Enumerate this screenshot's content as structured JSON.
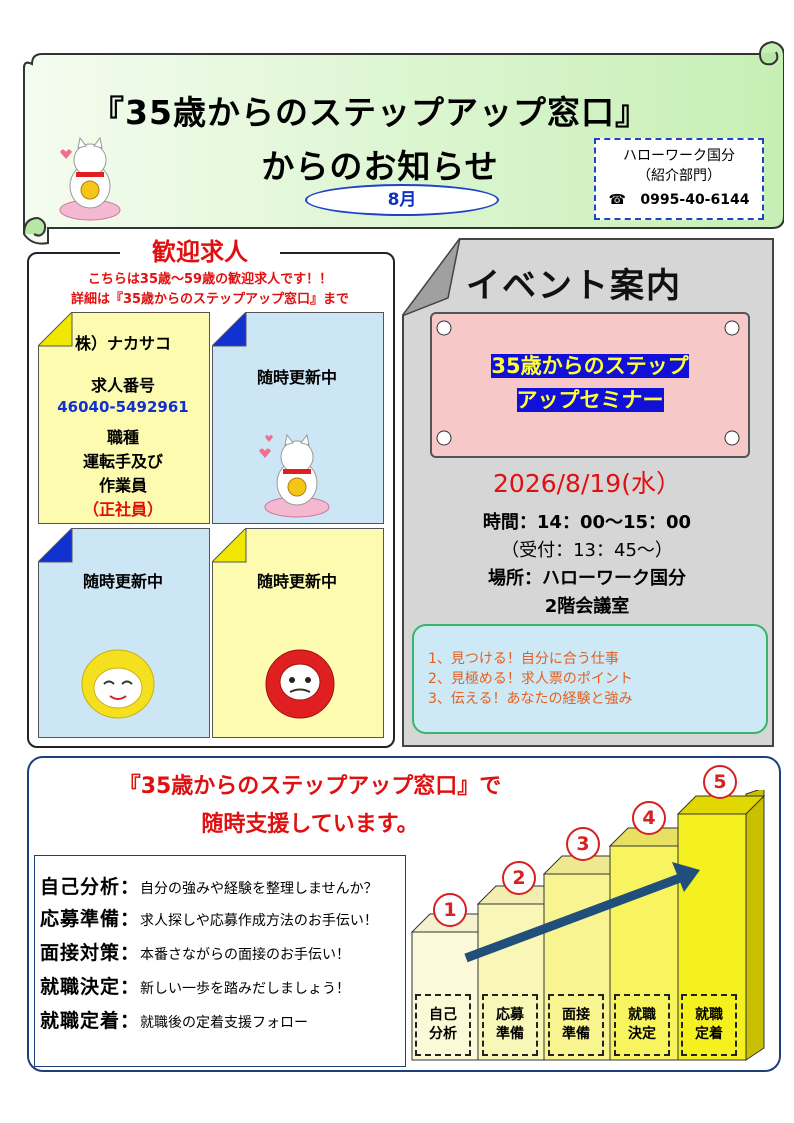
{
  "header": {
    "title_line1": "『35歳からのステップアップ窓口』",
    "title_line2": "からのお知らせ",
    "month": "8月",
    "office_name": "ハローワーク国分",
    "office_dept": "（紹介部門）",
    "phone_icon": "☎",
    "phone": "0995-40-6144"
  },
  "jobs": {
    "title": "歓迎求人",
    "subtitle1": "こちらは35歳～59歳の歓迎求人です！！",
    "subtitle2": "詳細は『35歳からのステップアップ窓口』まで",
    "card1": {
      "company": "株）ナカサコ",
      "number_label": "求人番号",
      "number": "46040-5492961",
      "job_label": "職種",
      "job_line1": "運転手及び",
      "job_line2": "作業員",
      "employment": "（正社員）"
    },
    "card2": {
      "text": "随時更新中"
    },
    "card3": {
      "text": "随時更新中"
    },
    "card4": {
      "text": "随時更新中"
    }
  },
  "event": {
    "title": "イベント案内",
    "seminar_line1": "35歳からのステップ",
    "seminar_line2": "アップセミナー",
    "date": "2026/8/19(水）",
    "time": "時間：14：00～15：00",
    "reception": "（受付：13：45～）",
    "place1": "場所：ハローワーク国分",
    "place2": "2階会議室",
    "points": [
      "1、見つける！自分に合う仕事",
      "2、見極める！求人票のポイント",
      "3、伝える！あなたの経験と強み"
    ]
  },
  "support": {
    "title1": "『35歳からのステップアップ窓口』で",
    "title2": "随時支援しています。",
    "items": [
      {
        "head": "自己分析",
        "colon": "：",
        "desc": "自分の強みや経験を整理しませんか？"
      },
      {
        "head": "応募準備",
        "colon": "：",
        "desc": "求人探しや応募作成方法のお手伝い！"
      },
      {
        "head": "面接対策",
        "colon": "：",
        "desc": "本番さながらの面接のお手伝い！"
      },
      {
        "head": "就職決定",
        "colon": "：",
        "desc": "新しい一歩を踏みだしましょう！"
      },
      {
        "head": "就職定着",
        "colon": "：",
        "desc": "就職後の定着支援フォロー"
      }
    ],
    "steps": [
      {
        "num": "1",
        "l1": "自己",
        "l2": "分析"
      },
      {
        "num": "2",
        "l1": "応募",
        "l2": "準備"
      },
      {
        "num": "3",
        "l1": "面接",
        "l2": "準備"
      },
      {
        "num": "4",
        "l1": "就職",
        "l2": "決定"
      },
      {
        "num": "5",
        "l1": "就職",
        "l2": "定着"
      }
    ]
  },
  "colors": {
    "red": "#e01010",
    "blue": "#1d44c8",
    "green_scroll": "#c8f0b8",
    "yellow_step": "#f5f020"
  }
}
